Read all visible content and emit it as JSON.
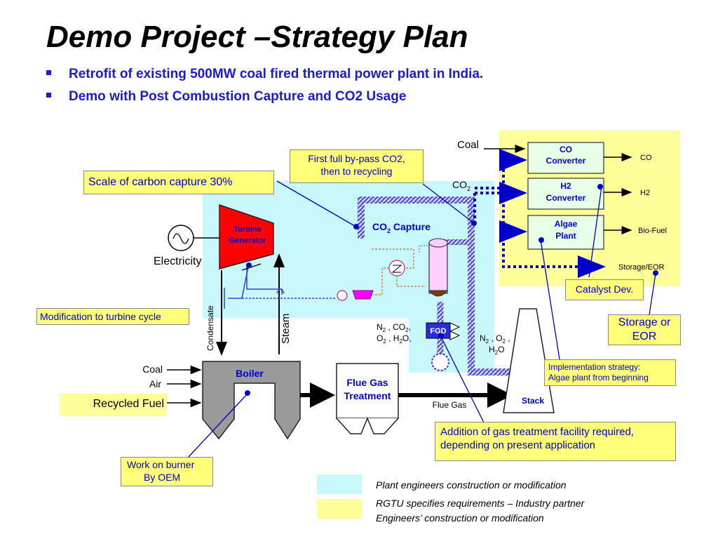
{
  "title": "Demo Project –Strategy Plan",
  "bullets": [
    "Retrofit of existing 500MW coal fired thermal power plant in India.",
    "Demo with Post Combustion Capture and CO2 Usage"
  ],
  "callouts": {
    "scale": "Scale of carbon capture 30%",
    "bypass_line1": "First full by-pass CO2,",
    "bypass_line2": "then to recycling",
    "turbine_mod": "Modification to turbine cycle",
    "catalyst": "Catalyst Dev.",
    "storage_line1": "Storage or",
    "storage_line2": "EOR",
    "impl_line1": "Implementation strategy:",
    "impl_line2": "Algae plant from beginning",
    "gas_treat_line1": "Addition of gas treatment facility required,",
    "gas_treat_line2": "depending on present application",
    "burner_line1": "Work on burner",
    "burner_line2": "By OEM"
  },
  "diagram": {
    "coal_top": "Coal",
    "co2_label": "CO",
    "co2_sub": "2",
    "co_converter_1": "CO",
    "co_converter_2": "Converter",
    "h2_converter_1": "H2",
    "h2_converter_2": "Converter",
    "algae_1": "Algae",
    "algae_2": "Plant",
    "out_co": "CO",
    "out_h2": "H2",
    "out_biofuel": "Bio-Fuel",
    "out_storage": "Storage/EOR",
    "turbine_1": "Turbine",
    "turbine_2": "Generator",
    "electricity": "Electricity",
    "capture_label": "CO",
    "capture_sub": "2",
    "capture_suffix": " Capture",
    "condensate": "Condensate",
    "steam": "Steam",
    "fgd": "FGD",
    "coal_boiler": "Coal",
    "air": "Air",
    "recycled_fuel": "Recycled Fuel",
    "boiler": "Boiler",
    "flue_gas_treatment_1": "Flue Gas",
    "flue_gas_treatment_2": "Treatment",
    "flue_gas": "Flue Gas",
    "stack": "Stack",
    "gas_mix_left_1": "N",
    "gas_mix_left_2": " , CO",
    "gas_mix_left_3": ",",
    "gas_mix_left_4": "O",
    "gas_mix_left_5": " , H",
    "gas_mix_left_6": "O,",
    "gas_mix_right_1": "N",
    "gas_mix_right_2": " , O",
    "gas_mix_right_3": " ,",
    "gas_mix_right_4": "H",
    "gas_mix_right_5": "O",
    "sub2": "2"
  },
  "legend": {
    "cyan_text": "Plant engineers construction or modification",
    "yellow_text_1": "RGTU specifies requirements – Industry partner",
    "yellow_text_2": "Engineers’ construction or modification"
  },
  "colors": {
    "cyan_area": "#c8f8fc",
    "yellow_area": "#ffff99",
    "callout": "#ffff7a",
    "blue_text": "#0000c8",
    "gray_equipment": "#9a9a9a",
    "red_turbine": "#ff0000",
    "green_box": "#e8ffe8"
  }
}
